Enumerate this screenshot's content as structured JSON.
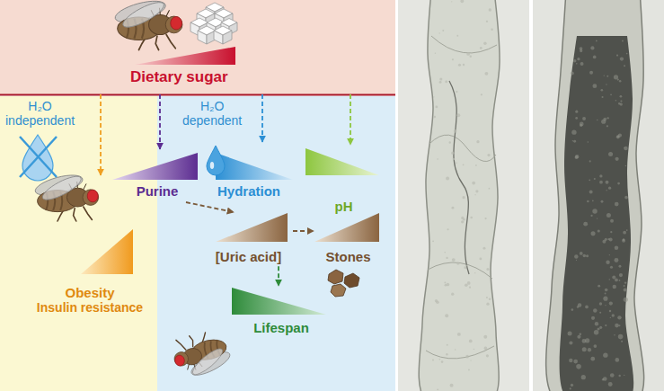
{
  "diagram": {
    "nodes": [
      {
        "text": [
          "Dietary sugar"
        ]
      },
      {
        "text": [
          "H₂O independent"
        ]
      },
      {
        "text": [
          "H₂O dependent"
        ]
      },
      {
        "text": [
          "Obesity",
          "Insulin resistance"
        ],
        "in": 1
      },
      {
        "text": [
          "Purine"
        ],
        "in": 2
      },
      {
        "text": [
          "Hydration"
        ],
        "in": 2
      },
      {
        "text": [
          "pH"
        ],
        "in": 2
      },
      {
        "text": [
          "[Uric acid]"
        ],
        "in": 2
      },
      {
        "text": [
          "Stones"
        ],
        "in": 2
      },
      {
        "text": [
          "Lifespan"
        ],
        "in": 2
      }
    ],
    "edges": [
      {
        "from": 0,
        "to": 3,
        "arrow": "to"
      },
      {
        "from": 0,
        "to": 4,
        "arrow": "to"
      },
      {
        "from": 0,
        "to": 5,
        "arrow": "to"
      },
      {
        "from": 0,
        "to": 6,
        "arrow": "to"
      },
      {
        "from": 4,
        "to": 7,
        "arrow": "to"
      },
      {
        "from": 7,
        "to": 8,
        "arrow": "to"
      },
      {
        "from": 7,
        "to": 9,
        "arrow": "to"
      }
    ]
  }
}
